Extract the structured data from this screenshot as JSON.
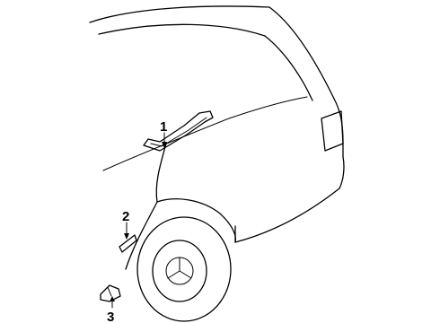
{
  "diagram": {
    "callouts": [
      {
        "id": "part-1",
        "label": "1"
      },
      {
        "id": "part-2",
        "label": "2"
      },
      {
        "id": "part-3",
        "label": "3"
      }
    ]
  }
}
